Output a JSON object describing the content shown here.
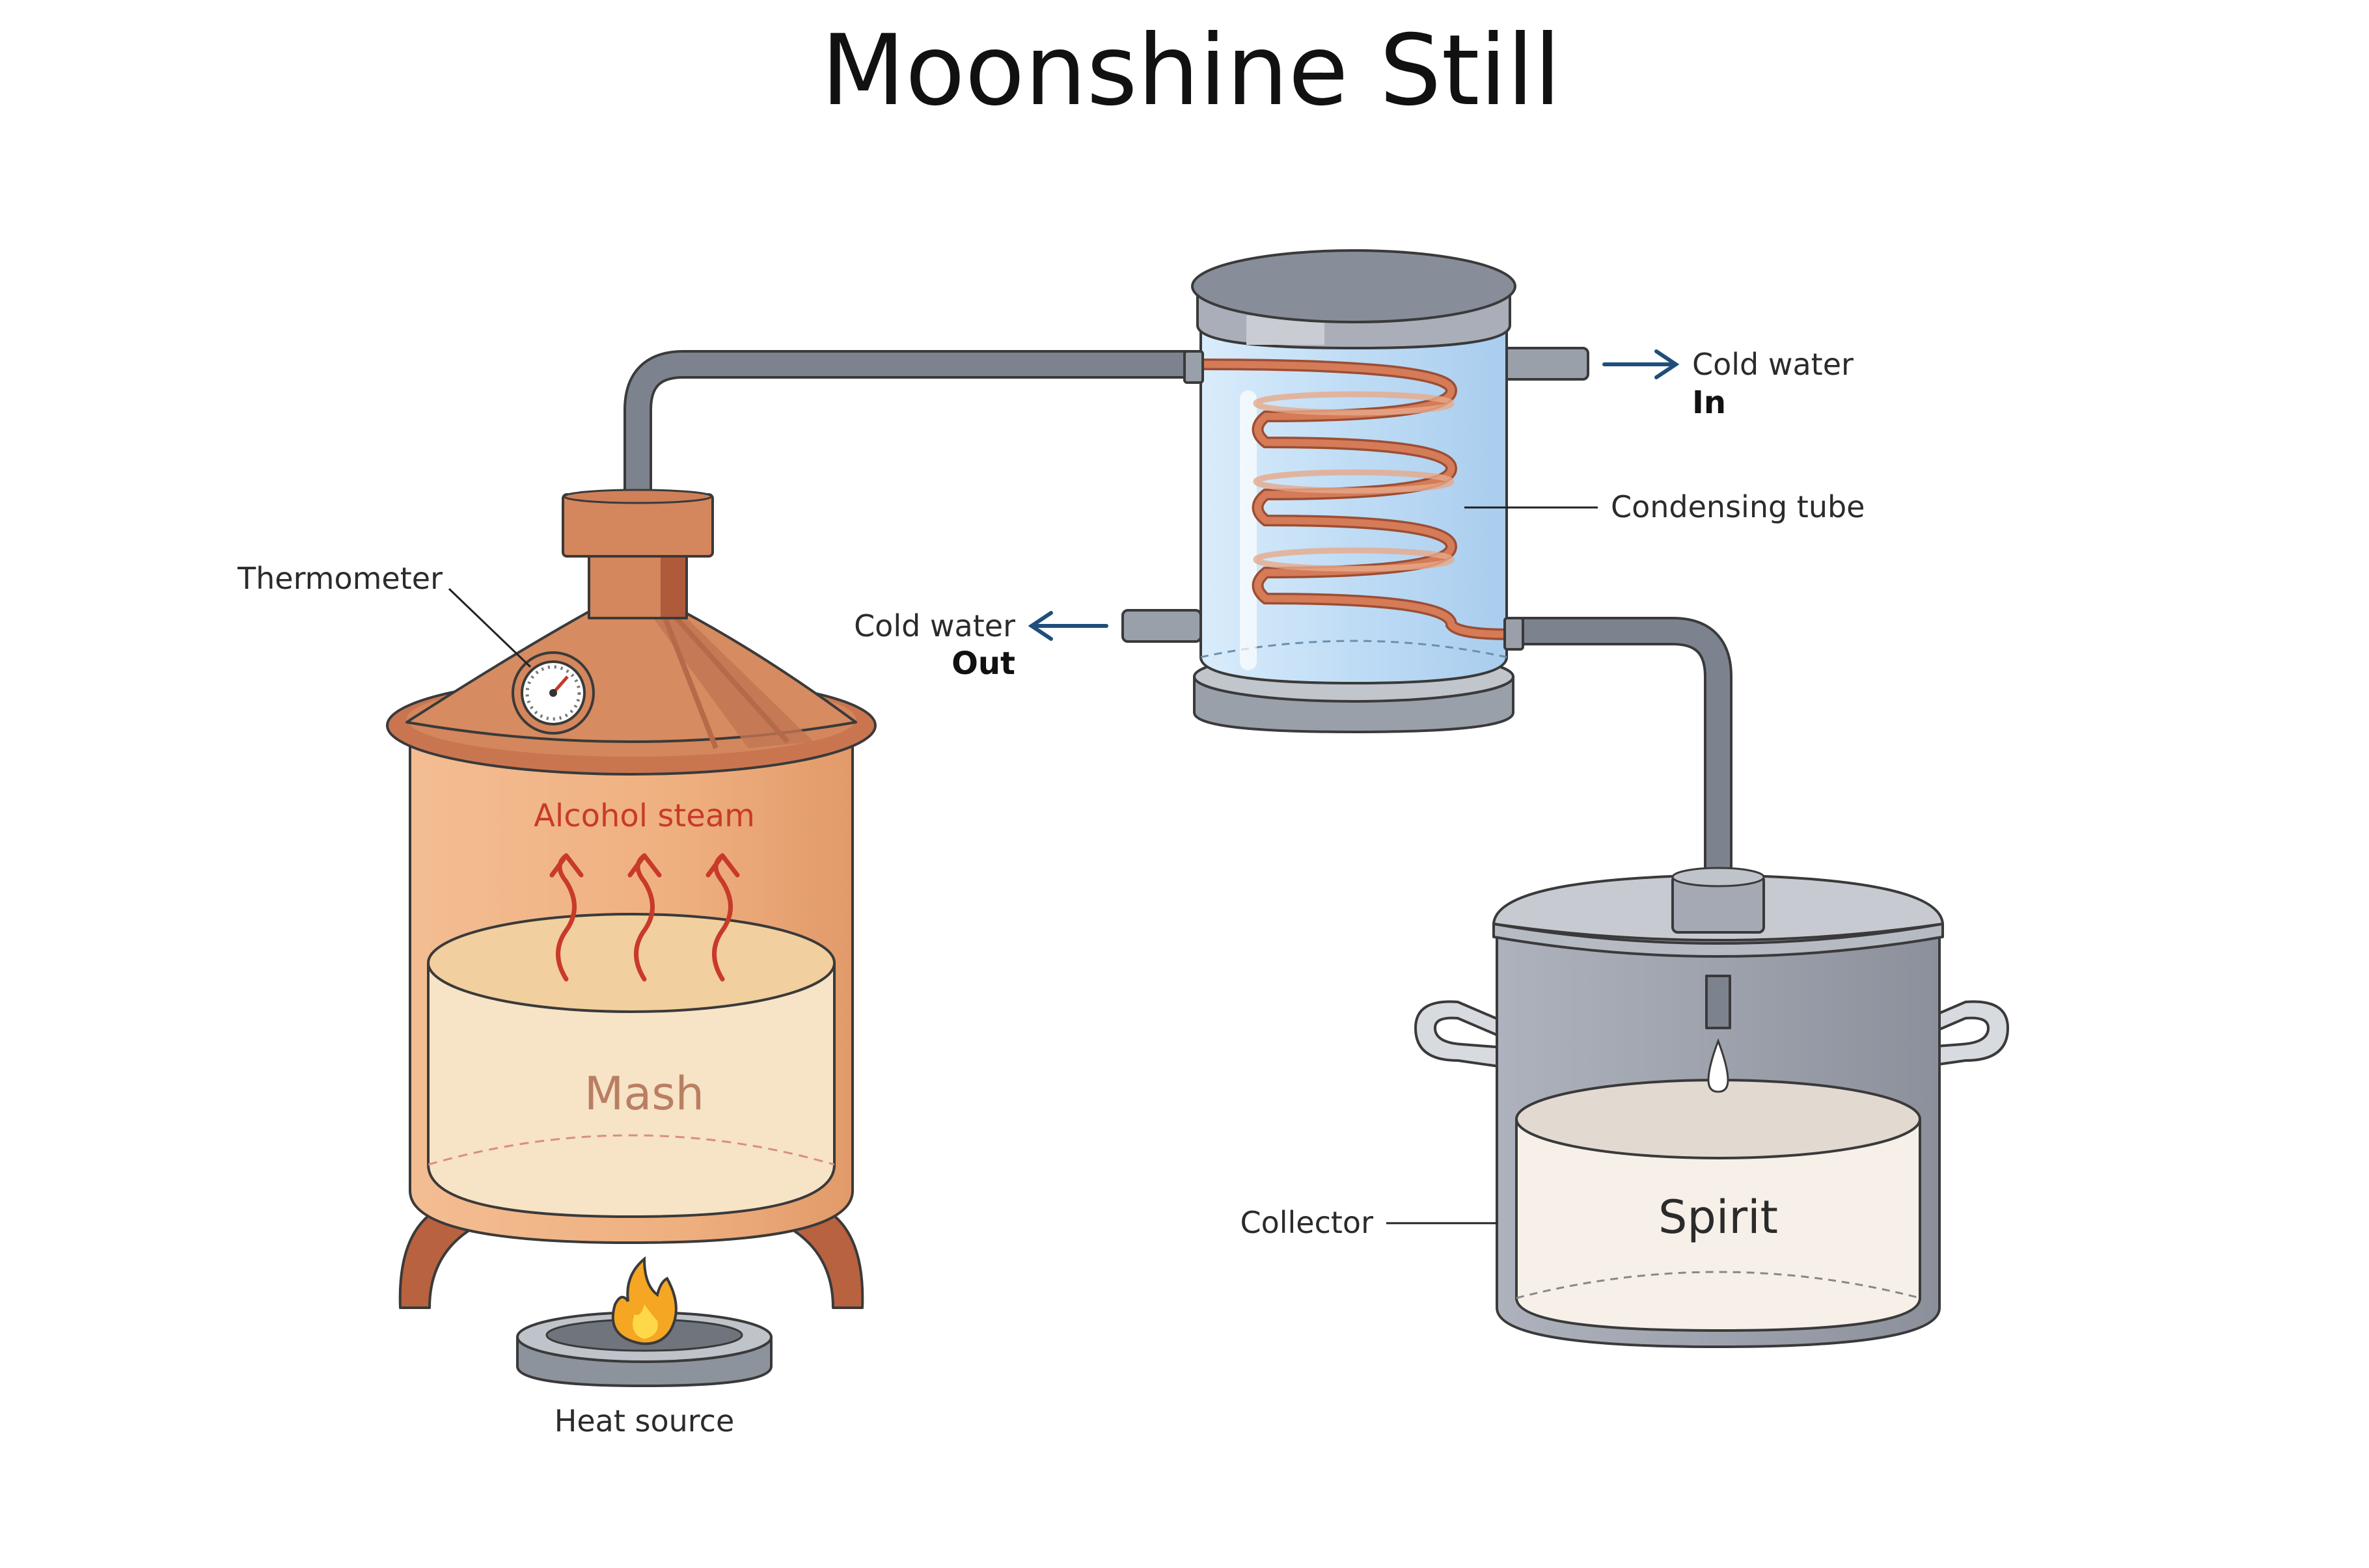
{
  "title": "Moonshine Still",
  "labels": {
    "thermometer": "Thermometer",
    "alcohol_steam": "Alcohol steam",
    "mash": "Mash",
    "heat_source": "Heat source",
    "cold_water_in_line1": "Cold water",
    "cold_water_in_line2": "In",
    "condensing_tube": "Condensing tube",
    "cold_water_out_line1": "Cold water",
    "cold_water_out_line2": "Out",
    "collector": "Collector",
    "spirit": "Spirit"
  },
  "colors": {
    "copper": "#d4865c",
    "copper_dark": "#a8543a",
    "boiler_body": "#efb080",
    "mash": "#f7e3c6",
    "mash_label": "#b97f63",
    "steam": "#c83a2a",
    "pipe": "#7d838e",
    "condenser_glass": "#c9e2f8",
    "coil": "#c26a48",
    "collector_body": "#9ea2ad",
    "spirit_liquid": "#f6f0e8",
    "flame": "#f5a623",
    "arrow": "#1f4e7a"
  }
}
